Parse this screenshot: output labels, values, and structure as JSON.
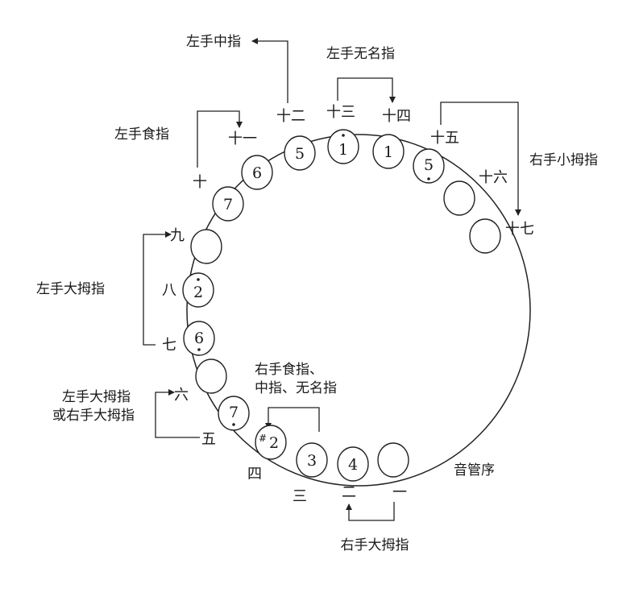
{
  "title": "音管序",
  "position_numbers": {
    "p1": "一",
    "p2": "二",
    "p3": "三",
    "p4": "四",
    "p5": "五",
    "p6": "六",
    "p7": "七",
    "p8": "八",
    "p9": "九",
    "p10": "十",
    "p11": "十一",
    "p12": "十二",
    "p13": "十三",
    "p14": "十四",
    "p15": "十五",
    "p16": "十六",
    "p17": "十七"
  },
  "pipes": {
    "p2": "4",
    "p3": "3",
    "p4": "2",
    "p4_sharp": "#",
    "p5": "7",
    "p7": "6",
    "p8": "2",
    "p10": "7",
    "p11": "6",
    "p12": "5",
    "p13": "1",
    "p14": "1",
    "p15": "5"
  },
  "fingerings": {
    "right_thumb": "右手大拇指",
    "right_index_middle_ring_line1": "右手食指、",
    "right_index_middle_ring_line2": "中指、无名指",
    "either_thumb_line1": "左手大拇指",
    "either_thumb_line2": "或右手大拇指",
    "left_thumb": "左手大拇指",
    "left_index": "左手食指",
    "left_middle": "左手中指",
    "left_ring": "左手无名指",
    "right_pinky": "右手小拇指"
  }
}
